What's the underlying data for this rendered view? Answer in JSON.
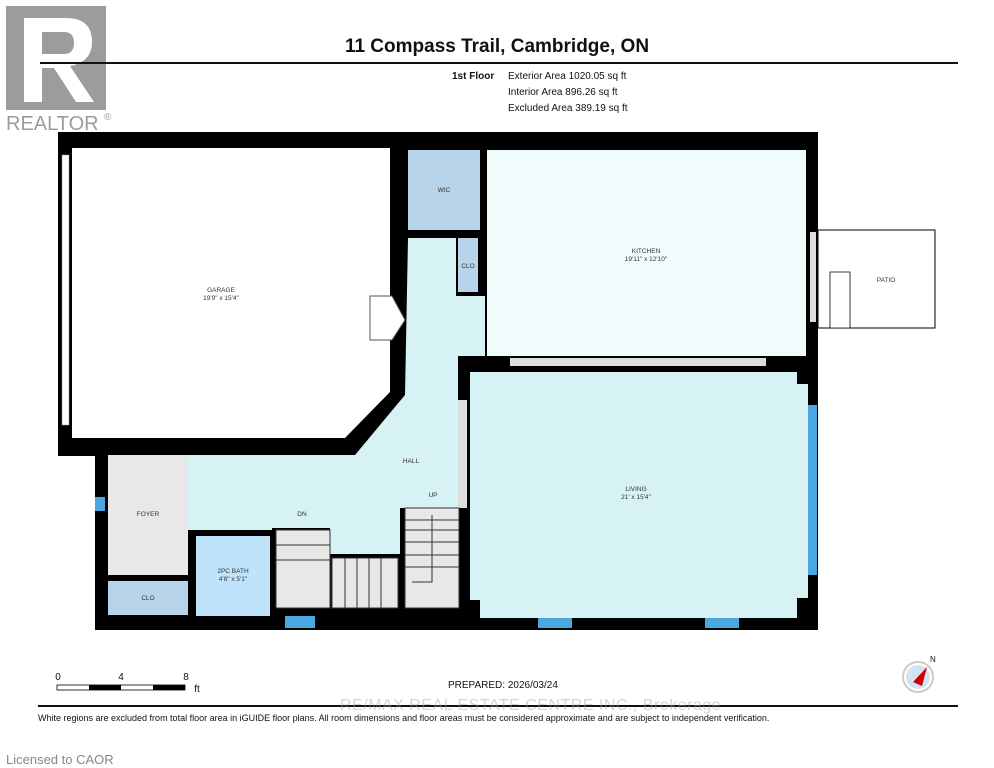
{
  "header": {
    "title": "11 Compass Trail, Cambridge, ON",
    "floor": "1st Floor",
    "exterior_area": "Exterior Area 1020.05 sq ft",
    "interior_area": "Interior Area 896.26 sq ft",
    "excluded_area": "Excluded Area 389.19 sq ft"
  },
  "logo": {
    "text": "REALTOR",
    "mark": "®"
  },
  "rooms": {
    "garage": {
      "name": "GARAGE",
      "dims": "19'9\" x 15'4\""
    },
    "wic": {
      "name": "WIC"
    },
    "clo_hall": {
      "name": "CLO"
    },
    "kitchen": {
      "name": "KITCHEN",
      "dims": "19'11\" x 12'10\""
    },
    "patio": {
      "name": "PATIO"
    },
    "hall": {
      "name": "HALL"
    },
    "living": {
      "name": "LIVING",
      "dims": "21' x 15'4\""
    },
    "foyer": {
      "name": "FOYER"
    },
    "clo_foyer": {
      "name": "CLO"
    },
    "bath": {
      "name": "2PC BATH",
      "dims": "4'8\" x 5'1\""
    },
    "stairs_down": {
      "name": "DN"
    },
    "stairs_up": {
      "name": "UP"
    }
  },
  "scale": {
    "ticks": [
      "0",
      "4",
      "8"
    ],
    "unit": "ft"
  },
  "compass": {
    "icon": "north-arrow-icon",
    "label": "N"
  },
  "footer": {
    "prepared": "PREPARED: 2026/03/24",
    "disclaimer": "White regions are excluded from total floor area in iGUIDE floor plans. All room dimensions and floor areas must be considered approximate and are subject to independent verification.",
    "watermark": "RE/MAX REAL ESTATE CENTRE INC., Brokerage",
    "licensed": "Licensed to CAOR"
  },
  "colors": {
    "wall": "#000000",
    "hall": "#d6f2f4",
    "kitchen": "#effcfb",
    "closet": "#b8d4ea",
    "bath": "#bfe3fb",
    "foyer": "#e8e8e8",
    "window": "#4aa8e0"
  }
}
